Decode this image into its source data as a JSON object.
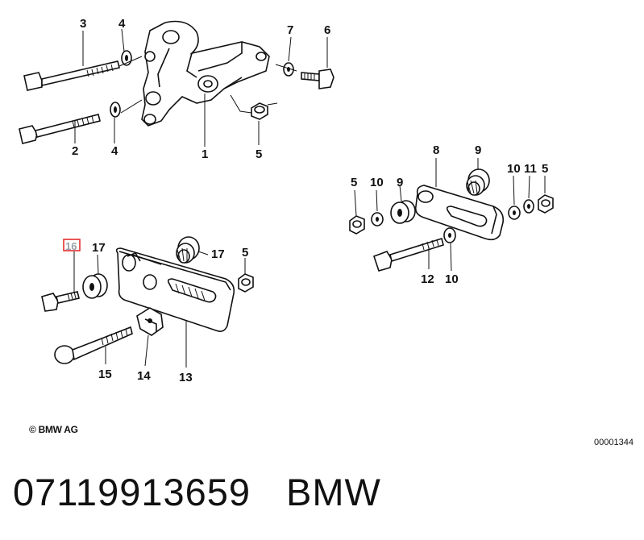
{
  "diagram": {
    "callouts": {
      "c3": "3",
      "c4a": "4",
      "c7": "7",
      "c6": "6",
      "c2": "2",
      "c4b": "4",
      "c1": "1",
      "c5a": "5",
      "c8": "8",
      "c9a": "9",
      "c5b": "5",
      "c10a": "10",
      "c9b": "9",
      "c10b": "10",
      "c11": "11",
      "c5c": "5",
      "c12": "12",
      "c10c": "10",
      "c16": "16",
      "c17a": "17",
      "c17b": "17",
      "c5d": "5",
      "c15": "15",
      "c14": "14",
      "c13": "13"
    },
    "highlighted_callout": "16",
    "highlight_color": "#e02020"
  },
  "footer": {
    "copyright": "© BMW AG",
    "diagram_id": "00001344"
  },
  "part": {
    "number": "07119913659",
    "brand": "BMW"
  }
}
